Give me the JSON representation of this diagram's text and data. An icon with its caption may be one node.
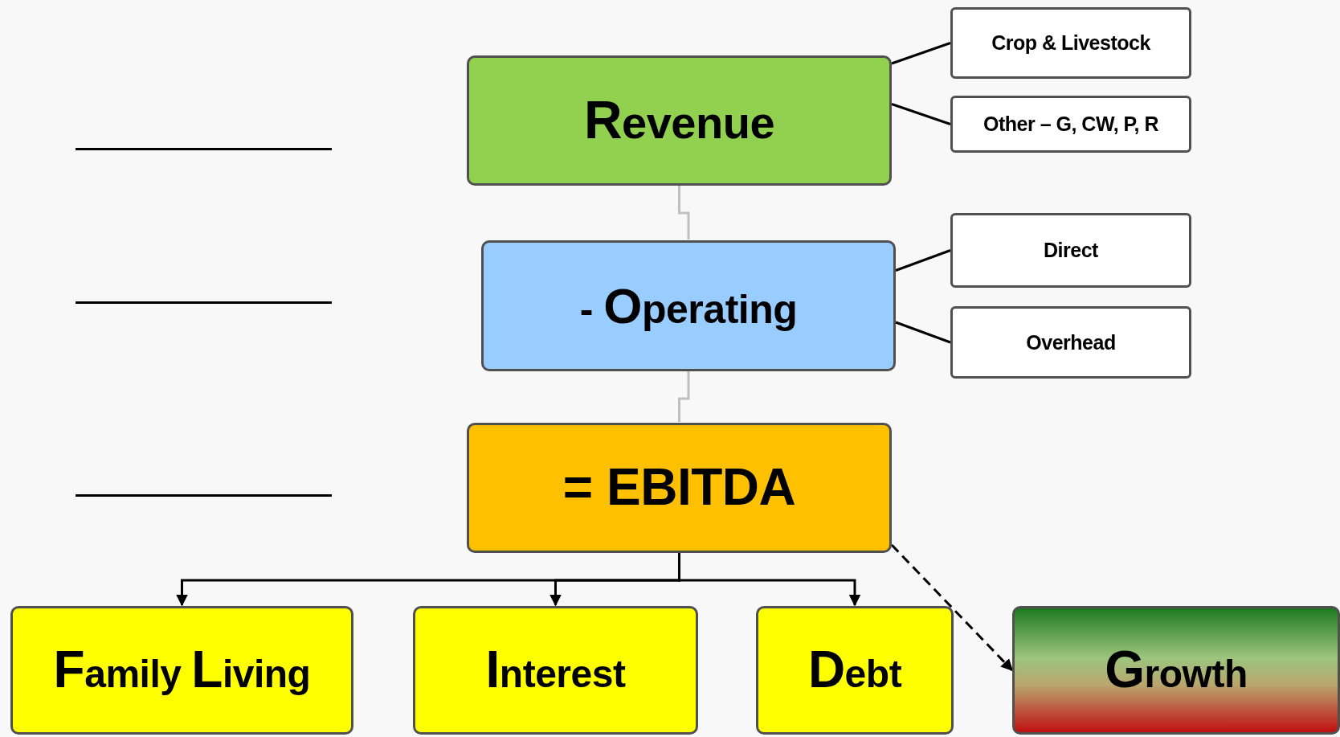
{
  "diagram": {
    "nodes": [
      {
        "text": [
          "Revenue"
        ]
      },
      {
        "text": [
          "Crop & Livestock"
        ]
      },
      {
        "text": [
          "Other – G, CW, P, R"
        ]
      },
      {
        "text": [
          "- Operating"
        ]
      },
      {
        "text": [
          "Direct"
        ]
      },
      {
        "text": [
          "Overhead"
        ]
      },
      {
        "text": [
          "= EBITDA"
        ]
      },
      {
        "text": [
          "Family Living"
        ]
      },
      {
        "text": [
          "Interest"
        ]
      },
      {
        "text": [
          "Debt"
        ]
      },
      {
        "text": [
          "Growth"
        ]
      }
    ],
    "edges": [
      {
        "from": 0,
        "to": 1,
        "arrow": "none"
      },
      {
        "from": 0,
        "to": 2,
        "arrow": "none"
      },
      {
        "from": 0,
        "to": 3,
        "arrow": "none",
        "color": "#bfbfbf"
      },
      {
        "from": 3,
        "to": 4,
        "arrow": "none"
      },
      {
        "from": 3,
        "to": 5,
        "arrow": "none"
      },
      {
        "from": 3,
        "to": 6,
        "arrow": "none",
        "color": "#bfbfbf"
      },
      {
        "from": 6,
        "to": 7,
        "arrow": "to"
      },
      {
        "from": 6,
        "to": 8,
        "arrow": "to"
      },
      {
        "from": 6,
        "to": 9,
        "arrow": "to"
      },
      {
        "from": 6,
        "to": 10,
        "arrow": "to",
        "style": "dashed"
      }
    ]
  }
}
